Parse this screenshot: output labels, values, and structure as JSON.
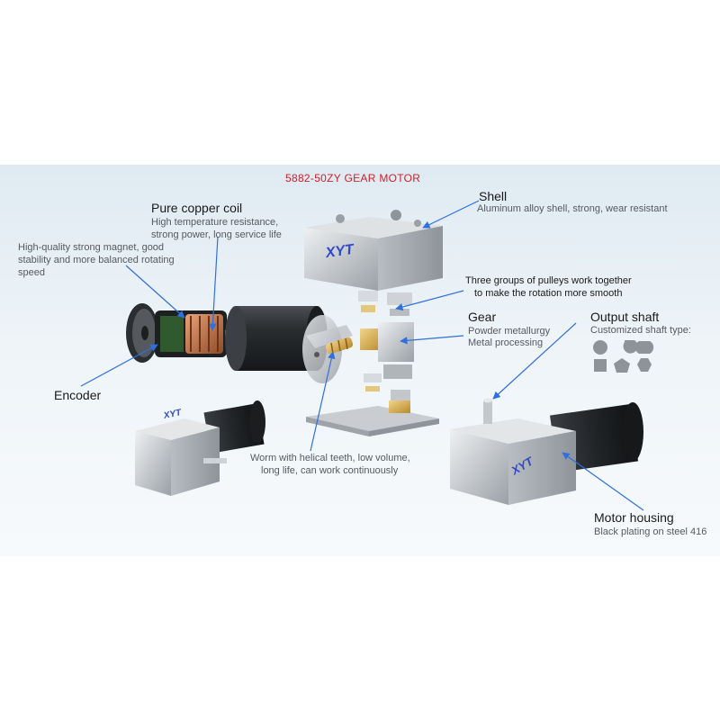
{
  "title": "5882-50ZY GEAR MOTOR",
  "labels": {
    "copper_coil": {
      "heading": "Pure copper coil",
      "lines": [
        "High temperature resistance,",
        "strong power, long service life"
      ]
    },
    "magnet": {
      "lines": [
        "High-quality strong magnet, good",
        "stability and more balanced rotating",
        "speed"
      ]
    },
    "encoder": {
      "heading": "Encoder"
    },
    "shell": {
      "heading": "Shell",
      "desc": "Aluminum alloy shell, strong, wear resistant"
    },
    "pulleys": {
      "lines": [
        "Three groups of pulleys work together",
        "to make the rotation more smooth"
      ]
    },
    "gear": {
      "heading": "Gear",
      "lines": [
        "Powder metallurgy",
        "Metal processing"
      ]
    },
    "output_shaft": {
      "heading": "Output shaft",
      "desc": "Customized shaft type:"
    },
    "worm": {
      "lines": [
        "Worm with helical teeth, low volume,",
        "long life, can work continuously"
      ]
    },
    "motor_housing": {
      "heading": "Motor housing",
      "desc": "Black plating on steel 416"
    }
  },
  "logo_text": "XYT",
  "colors": {
    "accent_title": "#d2202b",
    "arrow": "#2f6fe0",
    "logo": "#2d49c9",
    "background_top": "#dfeaf2"
  },
  "shaft_types": [
    "circle-shaft-icon",
    "d-cut-shaft-icon",
    "double-d-shaft-icon",
    "square-shaft-icon",
    "pentagon-shaft-icon",
    "hexagon-shaft-icon"
  ]
}
